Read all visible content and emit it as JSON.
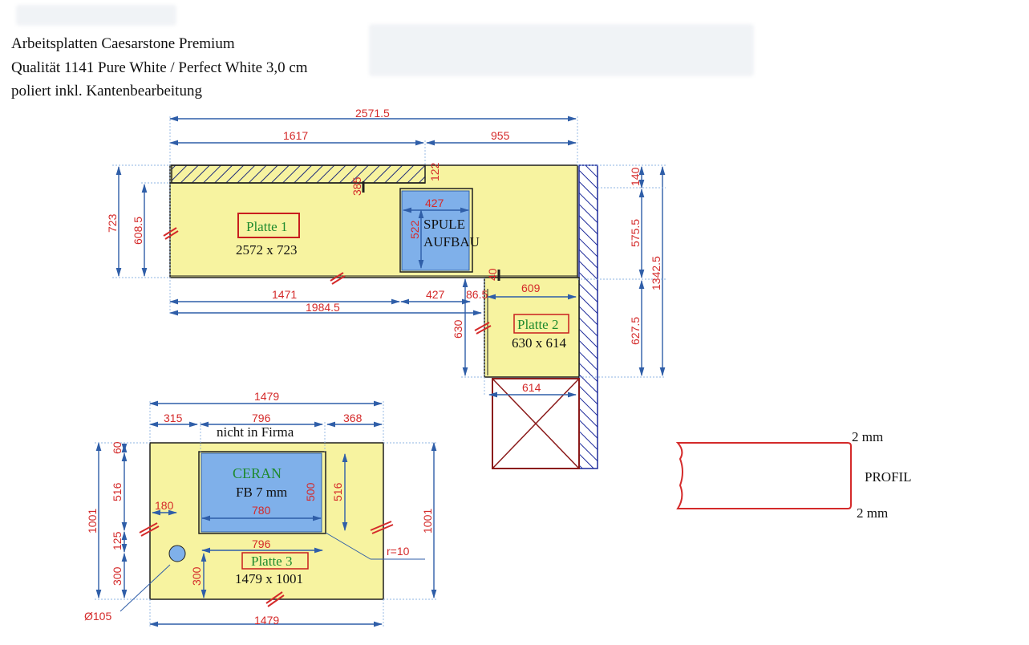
{
  "header": {
    "line1": "Arbeitsplatten Caesarstone Premium",
    "line2": "Qualität 1141 Pure White / Perfect White 3,0 cm",
    "line3": "poliert inkl. Kantenbearbeitung"
  },
  "platte1": {
    "label": "Platte 1",
    "size": "2572 x 723"
  },
  "platte2": {
    "label": "Platte 2",
    "size": "630 x 614"
  },
  "platte3": {
    "label": "Platte 3",
    "size": "1479 x 1001"
  },
  "sink": {
    "line1": "SPULE",
    "line2": "AUFBAU"
  },
  "ceran": {
    "line1": "CERAN",
    "line2": "FB 7 mm"
  },
  "nicht_in_firma": "nicht in Firma",
  "profil": {
    "label": "PROFIL",
    "top": "2 mm",
    "bottom": "2 mm"
  },
  "dims": {
    "d2571": "2571.5",
    "d1617": "1617",
    "d955": "955",
    "d723": "723",
    "d608": "608.5",
    "d385": "385",
    "d122": "122",
    "d427a": "427",
    "d522": "522",
    "d140": "140",
    "d5755": "575.5",
    "d13425": "1342.5",
    "d40": "40",
    "d1471": "1471",
    "d427b": "427",
    "d865": "86.5",
    "d609": "609",
    "d19845": "1984.5",
    "d630": "630",
    "d6275": "627.5",
    "d614": "614",
    "d1479top": "1479",
    "d315": "315",
    "d796top": "796",
    "d368": "368",
    "d60": "60",
    "d516l": "516",
    "d1001l": "1001",
    "d125": "125",
    "d300a": "300",
    "d300b": "300",
    "d180": "180",
    "d780": "780",
    "d500": "500",
    "d516r": "516",
    "d796b": "796",
    "d1001r": "1001",
    "r10": "r=10",
    "d105": "Ø105",
    "d1479b": "1479"
  },
  "colors": {
    "slab": "#f7f3a0",
    "dimension": "#2f5ea8",
    "dim_text": "#d42a2a",
    "cutout": "#7fb0ea",
    "label_green": "#1e8a2e",
    "outline": "#1f1f1f",
    "dishwasher": "#8b1a1a"
  }
}
